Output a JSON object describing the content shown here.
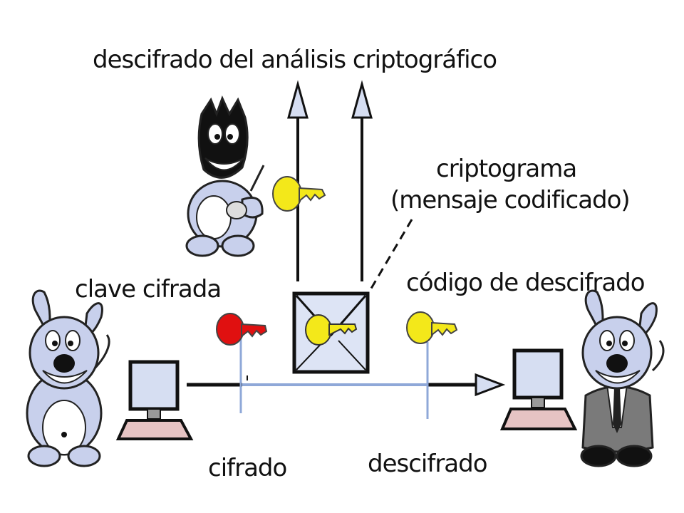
{
  "labels": {
    "top": "descifrado del análisis criptográfico",
    "cryptogram_line1": "criptograma",
    "cryptogram_line2": "(mensaje codificado)",
    "cipher_key": "clave cifrada",
    "decipher_code": "código de descifrado",
    "cipher": "cifrado",
    "decipher": "descifrado"
  },
  "colors": {
    "line_black": "#111111",
    "line_blue": "#8fa8d8",
    "arrow_fill": "#d6def2",
    "key_yellow": "#f3e81a",
    "key_red": "#e01010",
    "dog_blue": "#c8d0ec",
    "envelope_fill": "#dde4f5",
    "monitor_screen": "#d6def2",
    "monitor_base": "#e6c3c3",
    "attacker_black": "#111111",
    "suit_gray": "#7a7a7a"
  },
  "icons": {
    "sender": "dog-sender-icon",
    "receiver": "dog-receiver-icon",
    "attacker": "dog-attacker-icon",
    "computer": "computer-icon",
    "key": "key-icon",
    "envelope": "envelope-icon"
  }
}
